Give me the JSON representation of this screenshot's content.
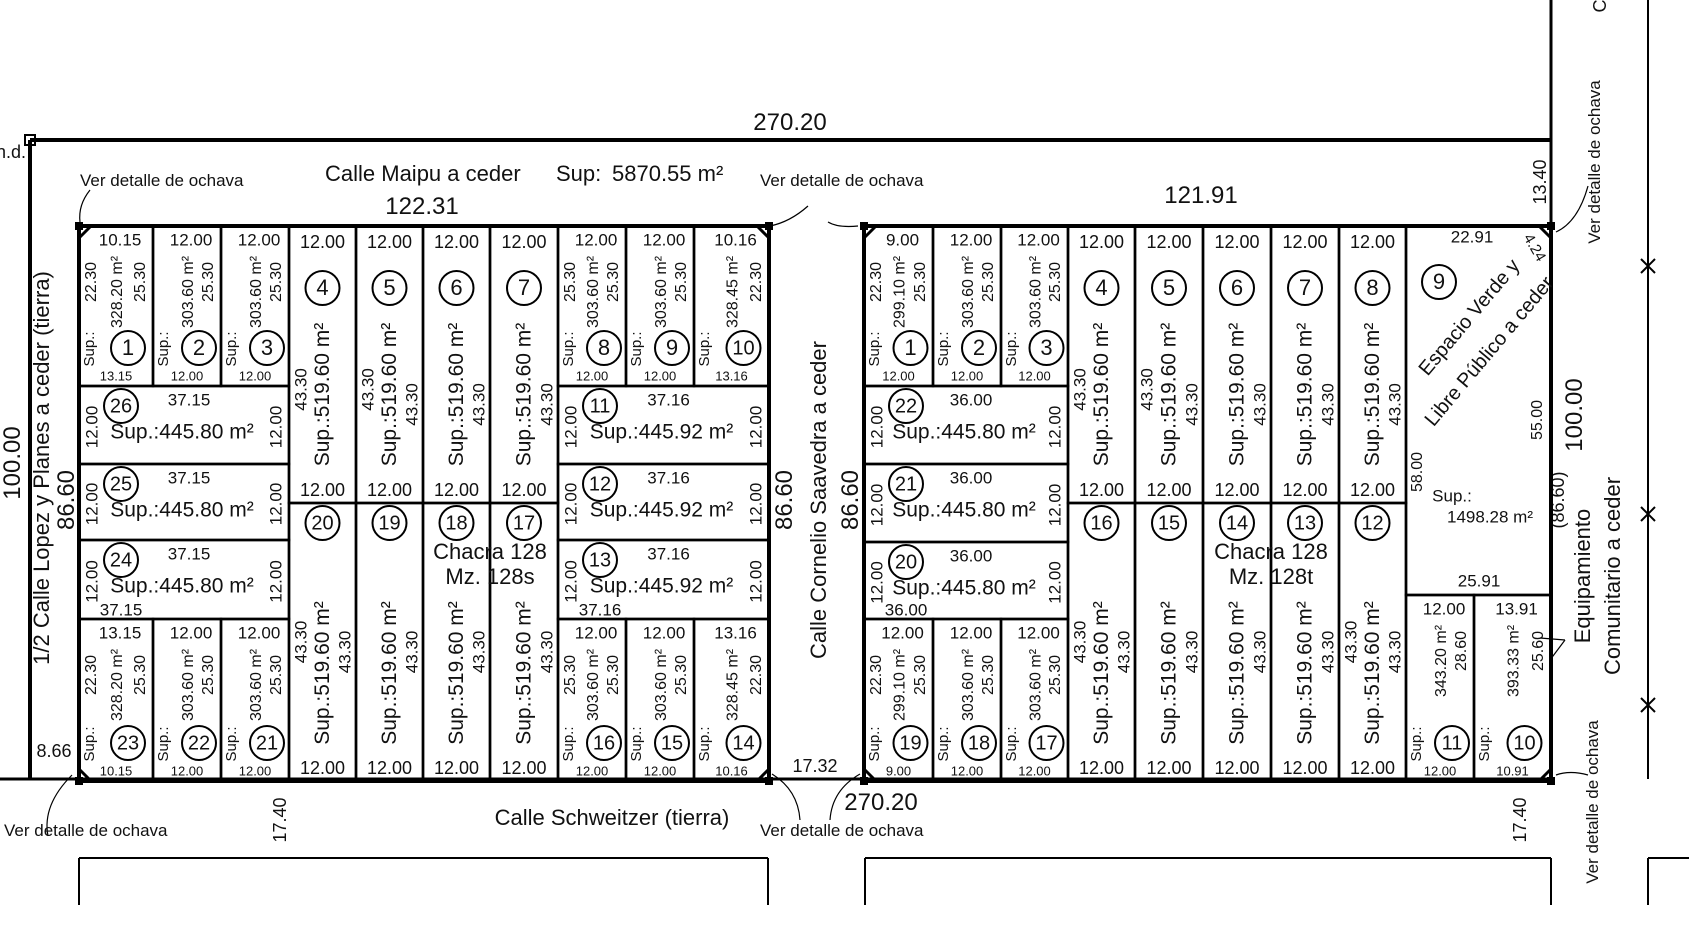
{
  "streets": {
    "north_name": "Calle Maipu a ceder",
    "north_sup_label": "Sup:",
    "north_sup_value": "5870.55 m²",
    "south_name": "Calle Schweitzer (tierra)",
    "west_name": "1/2 Calle Lopez y Planes a ceder (tierra)",
    "middle_name": "Calle Cornelio Saavedra a ceder",
    "east_name_1": "Equipamiento",
    "east_name_2": "Comunitario a ceder"
  },
  "dimensions": {
    "top_total": "270.20",
    "bottom_total": "270.20",
    "left_block_front": "122.31",
    "right_block_front": "121.91",
    "left_height": "100.00",
    "right_height": "100.00",
    "left_block_side_w": "86.60",
    "left_block_side_e": "86.60",
    "right_block_side_w": "86.60",
    "right_side_paren": "(86.60)",
    "corner_ne": "13.40",
    "corner_sw": "8.66",
    "corner_s_mid": "17.32",
    "bottom_left_gap": "17.40",
    "bottom_right_gap": "17.40",
    "nd_label": "n.d.",
    "top_right_fragment": "C"
  },
  "ochava_note": "Ver detalle de ochava",
  "blocks": [
    {
      "chacra": "Chacra 128",
      "manzana": "Mz. 128s",
      "lots": [
        {
          "n": "1",
          "top": "10.15",
          "bottom": "13.15",
          "left": "22.30",
          "right": "25.30",
          "area": "328.20"
        },
        {
          "n": "2",
          "top": "12.00",
          "bottom": "12.00",
          "left": "",
          "right": "25.30",
          "area": "303.60"
        },
        {
          "n": "3",
          "top": "12.00",
          "bottom": "12.00",
          "left": "",
          "right": "25.30",
          "area": "303.60"
        },
        {
          "n": "4",
          "top": "12.00",
          "bottom": "12.00",
          "left": "43.30",
          "right": "",
          "area": "519.60"
        },
        {
          "n": "5",
          "top": "12.00",
          "bottom": "12.00",
          "left": "43.30",
          "right": "43.30",
          "area": "519.60"
        },
        {
          "n": "6",
          "top": "12.00",
          "bottom": "12.00",
          "left": "",
          "right": "43.30",
          "area": "519.60"
        },
        {
          "n": "7",
          "top": "12.00",
          "bottom": "12.00",
          "left": "",
          "right": "43.30",
          "area": "519.60"
        },
        {
          "n": "8",
          "top": "12.00",
          "bottom": "12.00",
          "left": "25.30",
          "right": "25.30",
          "area": "303.60"
        },
        {
          "n": "9",
          "top": "12.00",
          "bottom": "12.00",
          "left": "",
          "right": "25.30",
          "area": "303.60"
        },
        {
          "n": "10",
          "top": "10.16",
          "bottom": "13.16",
          "left": "",
          "right": "22.30",
          "area": "328.45"
        },
        {
          "n": "26",
          "top": "37.15",
          "bottom": "",
          "left": "12.00",
          "right": "12.00",
          "area": "445.80"
        },
        {
          "n": "25",
          "top": "37.15",
          "bottom": "",
          "left": "12.00",
          "right": "12.00",
          "area": "445.80"
        },
        {
          "n": "24",
          "top": "37.15",
          "bottom": "37.15",
          "left": "12.00",
          "right": "12.00",
          "area": "445.80"
        },
        {
          "n": "11",
          "top": "37.16",
          "bottom": "",
          "left": "12.00",
          "right": "12.00",
          "area": "445.92"
        },
        {
          "n": "12",
          "top": "37.16",
          "bottom": "",
          "left": "12.00",
          "right": "12.00",
          "area": "445.92"
        },
        {
          "n": "13",
          "top": "37.16",
          "bottom": "37.16",
          "left": "12.00",
          "right": "12.00",
          "area": "445.92"
        },
        {
          "n": "20",
          "top": "",
          "bottom": "12.00",
          "left": "43.30",
          "right": "43.30",
          "area": "519.60"
        },
        {
          "n": "19",
          "top": "",
          "bottom": "12.00",
          "left": "",
          "right": "43.30",
          "area": "519.60"
        },
        {
          "n": "18",
          "top": "",
          "bottom": "12.00",
          "left": "",
          "right": "43.30",
          "area": "519.60"
        },
        {
          "n": "17",
          "top": "",
          "bottom": "12.00",
          "left": "",
          "right": "43.30",
          "area": "519.60"
        },
        {
          "n": "23",
          "top": "13.15",
          "bottom": "10.15",
          "left": "22.30",
          "right": "25.30",
          "area": "328.20"
        },
        {
          "n": "22",
          "top": "12.00",
          "bottom": "12.00",
          "left": "",
          "right": "25.30",
          "area": "303.60"
        },
        {
          "n": "21",
          "top": "12.00",
          "bottom": "12.00",
          "left": "",
          "right": "25.30",
          "area": "303.60"
        },
        {
          "n": "16",
          "top": "12.00",
          "bottom": "12.00",
          "left": "25.30",
          "right": "25.30",
          "area": "303.60"
        },
        {
          "n": "15",
          "top": "12.00",
          "bottom": "12.00",
          "left": "",
          "right": "25.30",
          "area": "303.60"
        },
        {
          "n": "14",
          "top": "13.16",
          "bottom": "10.16",
          "left": "",
          "right": "22.30",
          "area": "328.45"
        }
      ]
    },
    {
      "chacra": "Chacra 128",
      "manzana": "Mz. 128t",
      "lots": [
        {
          "n": "1",
          "top": "9.00",
          "bottom": "12.00",
          "left": "22.30",
          "right": "25.30",
          "area": "299.10"
        },
        {
          "n": "2",
          "top": "12.00",
          "bottom": "12.00",
          "left": "",
          "right": "25.30",
          "area": "303.60"
        },
        {
          "n": "3",
          "top": "12.00",
          "bottom": "12.00",
          "left": "",
          "right": "25.30",
          "area": "303.60"
        },
        {
          "n": "4",
          "top": "12.00",
          "bottom": "12.00",
          "left": "43.30",
          "right": "",
          "area": "519.60"
        },
        {
          "n": "5",
          "top": "12.00",
          "bottom": "12.00",
          "left": "43.30",
          "right": "43.30",
          "area": "519.60"
        },
        {
          "n": "6",
          "top": "12.00",
          "bottom": "12.00",
          "left": "",
          "right": "43.30",
          "area": "519.60"
        },
        {
          "n": "7",
          "top": "12.00",
          "bottom": "12.00",
          "left": "",
          "right": "43.30",
          "area": "519.60"
        },
        {
          "n": "8",
          "top": "12.00",
          "bottom": "12.00",
          "left": "",
          "right": "43.30",
          "area": "519.60"
        },
        {
          "n": "22",
          "top": "36.00",
          "bottom": "",
          "left": "12.00",
          "right": "12.00",
          "area": "445.80"
        },
        {
          "n": "21",
          "top": "36.00",
          "bottom": "",
          "left": "12.00",
          "right": "12.00",
          "area": "445.80"
        },
        {
          "n": "20",
          "top": "36.00",
          "bottom": "36.00",
          "left": "12.00",
          "right": "12.00",
          "area": "445.80"
        },
        {
          "n": "16",
          "top": "",
          "bottom": "12.00",
          "left": "43.30",
          "right": "43.30",
          "area": "519.60"
        },
        {
          "n": "15",
          "top": "",
          "bottom": "12.00",
          "left": "",
          "right": "43.30",
          "area": "519.60"
        },
        {
          "n": "14",
          "top": "",
          "bottom": "12.00",
          "left": "",
          "right": "43.30",
          "area": "519.60"
        },
        {
          "n": "13",
          "top": "",
          "bottom": "12.00",
          "left": "",
          "right": "43.30",
          "area": "519.60"
        },
        {
          "n": "12",
          "top": "",
          "bottom": "12.00",
          "left": "43.30",
          "right": "43.30",
          "area": "519.60"
        },
        {
          "n": "19",
          "top": "12.00",
          "bottom": "9.00",
          "left": "22.30",
          "right": "25.30",
          "area": "299.10"
        },
        {
          "n": "18",
          "top": "12.00",
          "bottom": "12.00",
          "left": "",
          "right": "25.30",
          "area": "303.60"
        },
        {
          "n": "17",
          "top": "12.00",
          "bottom": "12.00",
          "left": "",
          "right": "25.30",
          "area": "303.60"
        },
        {
          "n": "11",
          "top": "12.00",
          "bottom": "12.00",
          "left": "",
          "right": "28.60",
          "area": "343.20"
        },
        {
          "n": "10",
          "top": "13.91",
          "bottom": "10.91",
          "left": "",
          "right": "25.60",
          "area": "393.33"
        }
      ],
      "green_space": {
        "n": "9",
        "label_1": "Espacio Verde y",
        "label_2": "Libre Público a ceder",
        "top": "22.91",
        "diag": "4.24",
        "left": "58.00",
        "right": "55.00",
        "bottom": "25.91",
        "sup_label": "Sup.:",
        "area": "1498.28 m²"
      }
    }
  ],
  "labels": {
    "sup": "Sup.:",
    "unit": "m²"
  }
}
